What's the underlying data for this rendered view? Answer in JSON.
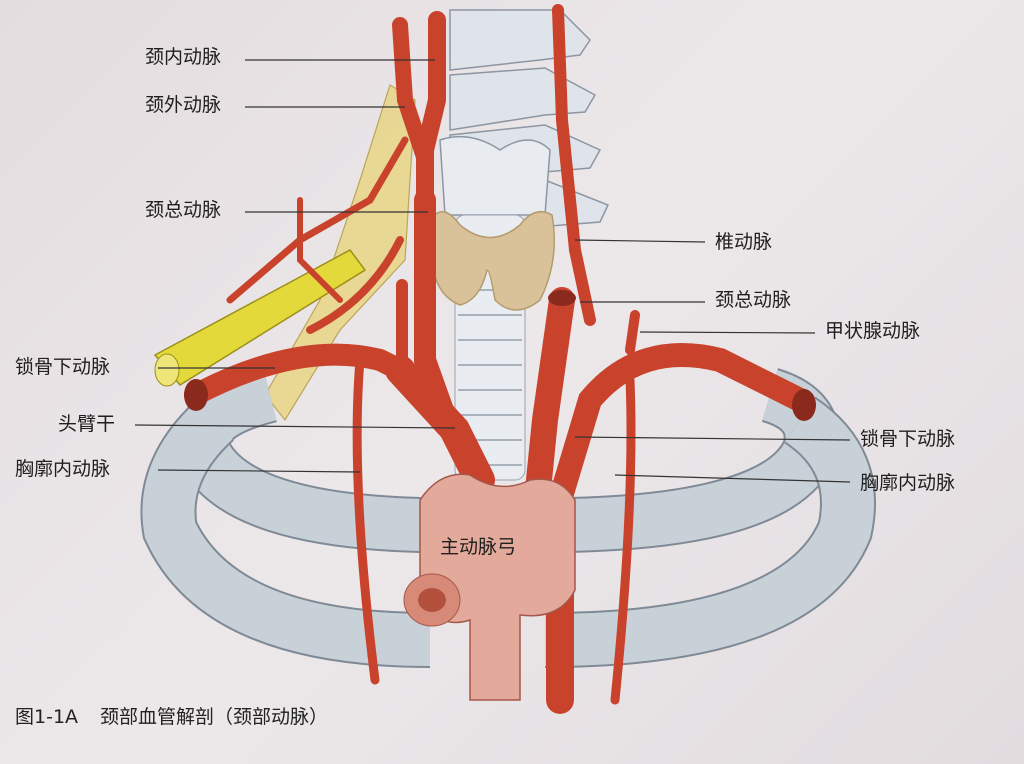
{
  "labels": {
    "internal_carotid": "颈内动脉",
    "external_carotid": "颈外动脉",
    "common_carotid_right": "颈总动脉",
    "subclavian_right": "锁骨下动脉",
    "brachiocephalic_trunk": "头臂干",
    "internal_thoracic_right": "胸廓内动脉",
    "vertebral": "椎动脉",
    "common_carotid_left": "颈总动脉",
    "thyroid_artery": "甲状腺动脉",
    "subclavian_left": "锁骨下动脉",
    "internal_thoracic_left": "胸廓内动脉",
    "aortic_arch": "主动脉弓"
  },
  "caption": {
    "number": "图1-1A",
    "title": "颈部血管解剖（颈部动脉）"
  },
  "colors": {
    "artery": "#c9432c",
    "rib": "#c8d1d8",
    "thyroid": "#d9c29a",
    "aorta": "#e3a99a",
    "muscle": "#e8d38a",
    "nerve": "#e6dc3c"
  }
}
